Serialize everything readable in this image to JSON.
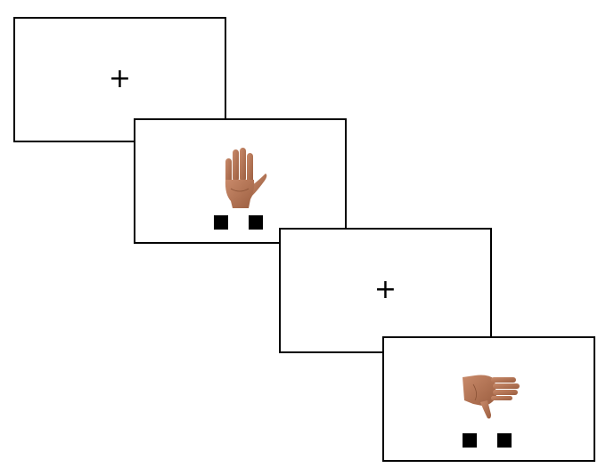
{
  "frames": [
    {
      "type": "fixation",
      "fixation_symbol": "+"
    },
    {
      "type": "stimulus",
      "hand": "hand-palm-up-icon",
      "response_keys": 2
    },
    {
      "type": "fixation",
      "fixation_symbol": "+"
    },
    {
      "type": "stimulus",
      "hand": "hand-palm-rotated-right-icon",
      "response_keys": 2
    }
  ],
  "colors": {
    "border": "#000000",
    "background": "#ffffff",
    "skin": "#b87a5c",
    "skin_shadow": "#8a5236"
  }
}
